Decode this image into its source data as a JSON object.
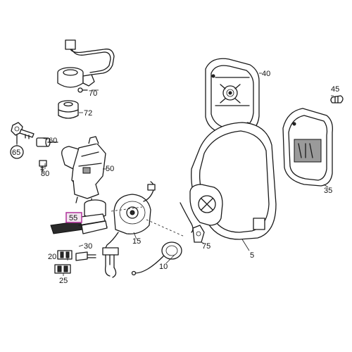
{
  "parts": [
    {
      "id": "p70",
      "number": "70"
    },
    {
      "id": "p72",
      "number": "72"
    },
    {
      "id": "p40",
      "number": "40"
    },
    {
      "id": "p45",
      "number": "45"
    },
    {
      "id": "p60",
      "number": "60"
    },
    {
      "id": "p65",
      "number": "65"
    },
    {
      "id": "p80",
      "number": "80"
    },
    {
      "id": "p50",
      "number": "50"
    },
    {
      "id": "p35",
      "number": "35"
    },
    {
      "id": "p55",
      "number": "55"
    },
    {
      "id": "p15",
      "number": "15"
    },
    {
      "id": "p30",
      "number": "30"
    },
    {
      "id": "p20",
      "number": "20"
    },
    {
      "id": "p75",
      "number": "75"
    },
    {
      "id": "p5",
      "number": "5"
    },
    {
      "id": "p10",
      "number": "10"
    },
    {
      "id": "p25",
      "number": "25"
    }
  ],
  "highlight": {
    "part": "55",
    "color": "#b0309a"
  }
}
